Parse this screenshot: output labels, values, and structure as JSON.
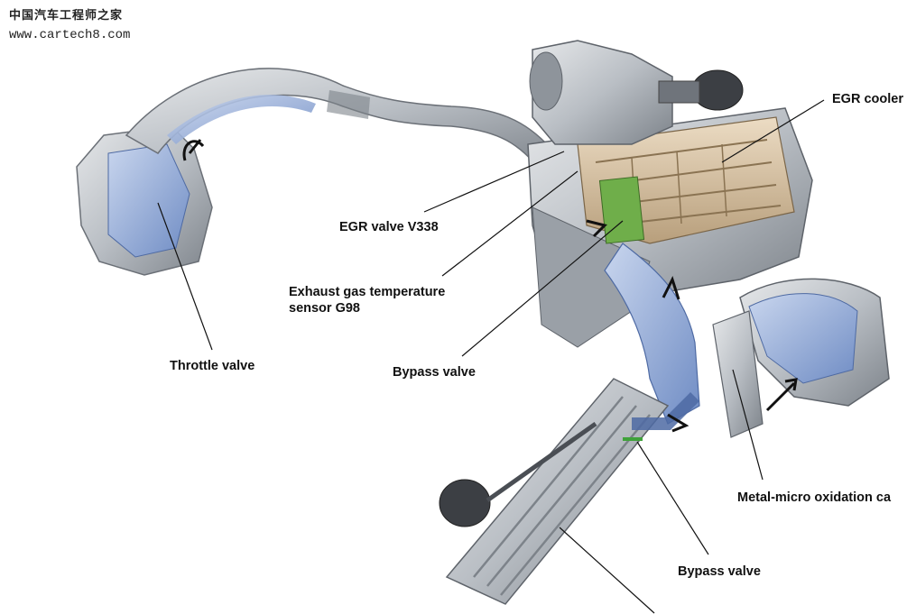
{
  "watermark": {
    "site_name_cn": "中国汽车工程师之家",
    "url": "www.cartech8.com"
  },
  "labels": {
    "egr_cooler": "EGR cooler",
    "egr_valve": "EGR valve V338",
    "exhaust_sensor_line1": "Exhaust gas temperature",
    "exhaust_sensor_line2": "sensor G98",
    "throttle_valve": "Throttle valve",
    "bypass_valve_upper": "Bypass valve",
    "metal_micro": "Metal-micro oxidation ca",
    "bypass_valve_lower": "Bypass valve"
  },
  "colors": {
    "gas_flow_blue": "#8fa8d4",
    "metal_grey": "#b9bec4",
    "sensor_green": "#6fae4a",
    "cooler_tan": "#d9c3a4"
  }
}
